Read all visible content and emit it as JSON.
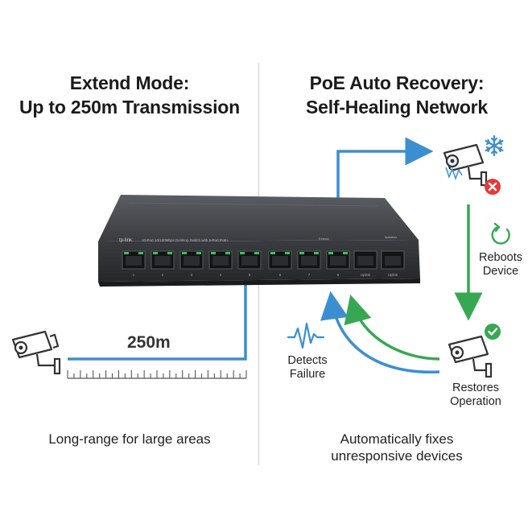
{
  "left": {
    "heading_line1": "Extend Mode:",
    "heading_line2": "Up to 250m Transmission",
    "distance_label": "250m",
    "caption": "Long-range for large areas"
  },
  "right": {
    "heading_line1": "PoE Auto Recovery:",
    "heading_line2": "Self-Healing Network",
    "reboots_line1": "Reboots",
    "reboots_line2": "Device",
    "detects_line1": "Detects",
    "detects_line2": "Failure",
    "restores_line1": "Restores",
    "restores_line2": "Operation",
    "caption_line1": "Automatically fixes",
    "caption_line2": "unresponsive devices"
  },
  "switch": {
    "brand": "tp-link",
    "model_text": "10-Port 10/100Mbps Desktop Switch with 8-Port PoE+",
    "port_numbers": [
      "1",
      "2",
      "3",
      "4",
      "5",
      "6",
      "7",
      "8"
    ],
    "uplink_labels": [
      "Uplink",
      "Uplink"
    ],
    "extend_label": "Extend",
    "mode_label": "Isolation"
  },
  "colors": {
    "blue": "#3b8fd0",
    "green": "#36a852",
    "red": "#e33b3b",
    "switch_body": "#2e3034"
  }
}
